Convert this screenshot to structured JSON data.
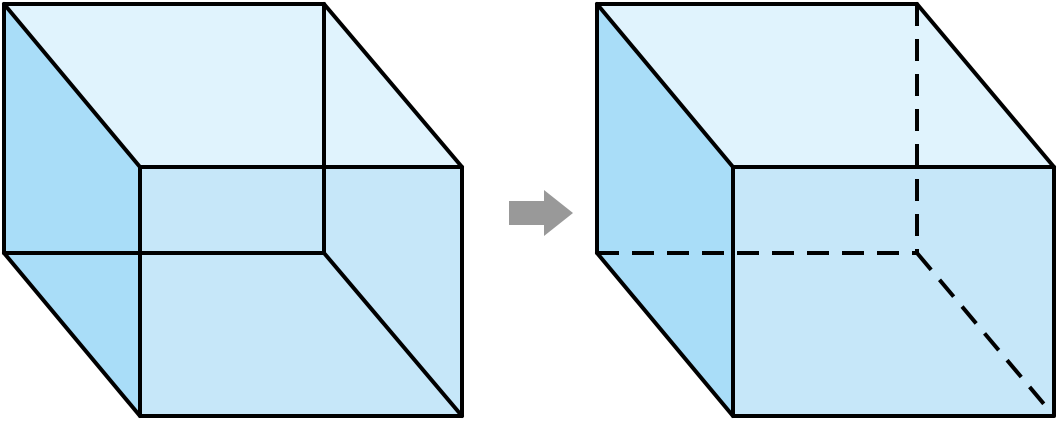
{
  "colors": {
    "top_face": "#e0f3fd",
    "front_face": "#c6e7f9",
    "side_face": "#a9ddf8",
    "edge": "#000000",
    "arrow": "#999999",
    "background": "#ffffff"
  },
  "figures": [
    {
      "name": "wireframe-cube",
      "edge_style": "solid"
    },
    {
      "name": "cube-with-hidden-edges",
      "edge_style": "dashed"
    }
  ],
  "connector": {
    "icon": "arrow-right-icon",
    "direction": "right"
  }
}
